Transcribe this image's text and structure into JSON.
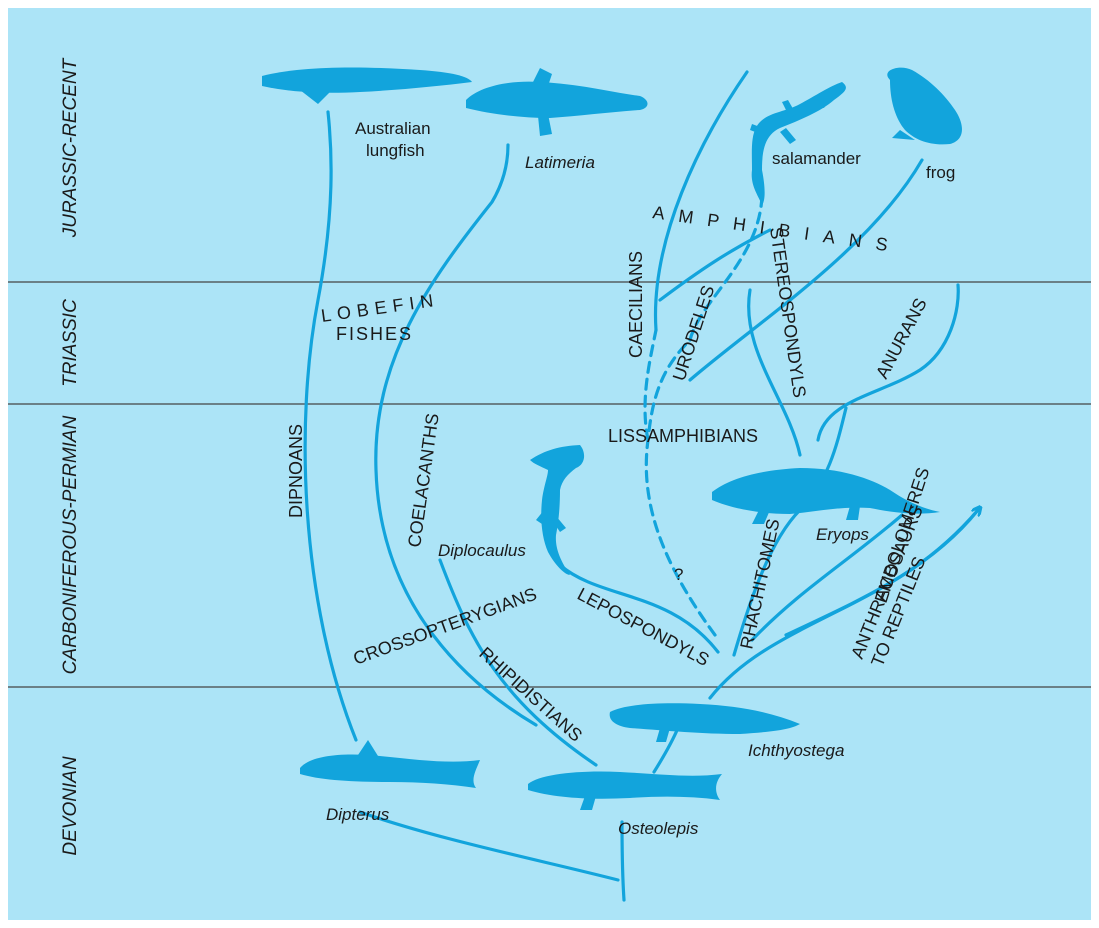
{
  "colors": {
    "background": "#ace4f7",
    "branch": "#12a4dc",
    "text": "#1a1a1a",
    "rule": "#444444"
  },
  "periods": {
    "jurassic_recent": "JURASSIC-RECENT",
    "triassic": "TRIASSIC",
    "carboniferous_permian": "CARBONIFEROUS-PERMIAN",
    "devonian": "DEVONIAN"
  },
  "groups": {
    "lobefin_l1": "LOBEFIN",
    "lobefin_l2": "FISHES",
    "amphibians": "AMPHIBIANS",
    "dipnoans": "DIPNOANS",
    "coelacanths": "COELACANTHS",
    "crossopterygians": "CROSSOPTERYGIANS",
    "rhipidistians": "RHIPIDISTIANS",
    "caecilians": "CAECILIANS",
    "urodeles": "URODELES",
    "stereospondyls": "STEREOSPONDYLS",
    "anurans": "ANURANS",
    "lissamphibians": "LISSAMPHIBIANS",
    "lepospondyls": "LEPOSPONDYLS",
    "rhachitomes": "RHACHITOMES",
    "embolomeres": "EMBOLOMERES",
    "anthracosaurs_l1": "ANTHRACOSAURS",
    "anthracosaurs_l2": "TO REPTILES",
    "unknown": "?"
  },
  "species": {
    "australian_lungfish_l1": "Australian",
    "australian_lungfish_l2": "lungfish",
    "latimeria": "Latimeria",
    "salamander": "salamander",
    "frog": "frog",
    "diplocaulus": "Diplocaulus",
    "eryops": "Eryops",
    "ichthyostega": "Ichthyostega",
    "dipterus": "Dipterus",
    "osteolepis": "Osteolepis"
  }
}
